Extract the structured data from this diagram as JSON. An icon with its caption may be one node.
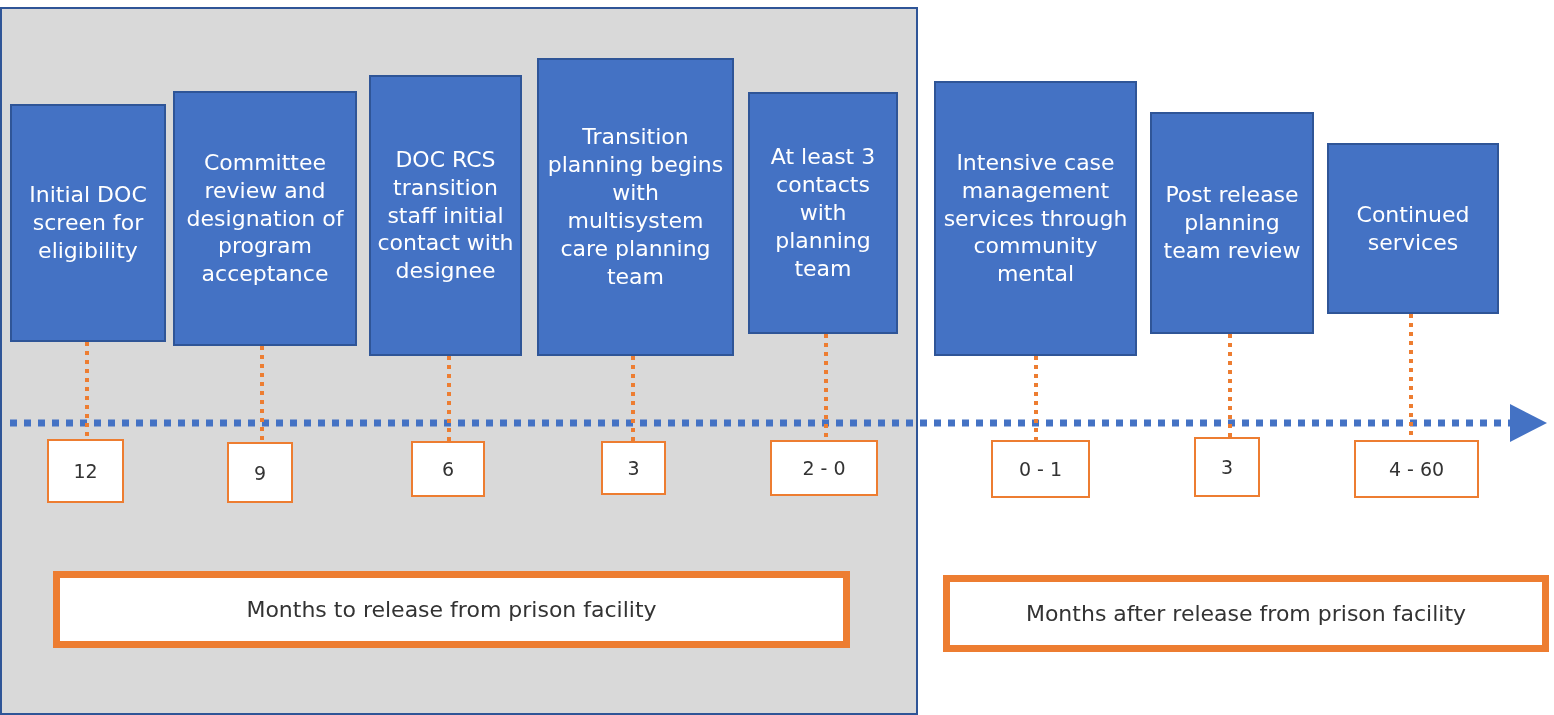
{
  "diagram": {
    "nodes": [
      {
        "text": [],
        "shape": "box"
      },
      {
        "text": [
          "Initial DOC screen for eligibility"
        ],
        "in": 0
      },
      {
        "text": [
          "Committee review and designation of program acceptance"
        ],
        "in": 0
      },
      {
        "text": [
          "DOC RCS transition staff initial contact with designee"
        ],
        "in": 0
      },
      {
        "text": [
          "Transition planning begins with multisystem care planning team"
        ],
        "in": 0
      },
      {
        "text": [
          "At least 3 contacts with planning team"
        ],
        "in": 0
      },
      {
        "text": [
          "Intensive case management services through community mental"
        ]
      },
      {
        "text": [
          "Post release planning team review"
        ]
      },
      {
        "text": [
          "Continued services"
        ]
      },
      {
        "text": [
          "12"
        ],
        "in": 0
      },
      {
        "text": [
          "9"
        ],
        "in": 0
      },
      {
        "text": [
          "6"
        ],
        "in": 0
      },
      {
        "text": [
          "3"
        ],
        "in": 0
      },
      {
        "text": [
          "2 - 0"
        ],
        "in": 0
      },
      {
        "text": [
          "0 - 1"
        ]
      },
      {
        "text": [
          "3"
        ]
      },
      {
        "text": [
          "4 - 60"
        ]
      },
      {
        "text": [
          "Months to release from prison facility"
        ],
        "in": 0
      },
      {
        "text": [
          "Months after release from prison facility"
        ]
      }
    ],
    "edges": [
      {
        "from": 1,
        "to": 9,
        "arrow": "none",
        "style": "dashed"
      },
      {
        "from": 2,
        "to": 10,
        "arrow": "none",
        "style": "dashed"
      },
      {
        "from": 3,
        "to": 11,
        "arrow": "none",
        "style": "dashed"
      },
      {
        "from": 4,
        "to": 12,
        "arrow": "none",
        "style": "dashed"
      },
      {
        "from": 5,
        "to": 13,
        "arrow": "none",
        "style": "dashed"
      },
      {
        "from": 6,
        "to": 14,
        "arrow": "none",
        "style": "dashed"
      },
      {
        "from": 7,
        "to": 15,
        "arrow": "none",
        "style": "dashed"
      },
      {
        "from": 8,
        "to": 16,
        "arrow": "none",
        "style": "dashed"
      }
    ]
  }
}
